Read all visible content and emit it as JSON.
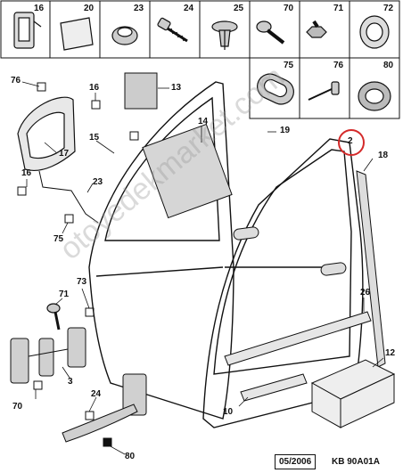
{
  "tiles": {
    "row1": [
      {
        "num": "16",
        "icon": "push-clip-icon"
      },
      {
        "num": "20",
        "icon": "foam-pad-icon"
      },
      {
        "num": "23",
        "icon": "plug-cap-icon"
      },
      {
        "num": "24",
        "icon": "screw-icon"
      },
      {
        "num": "25",
        "icon": "expanding-rivet-icon"
      },
      {
        "num": "70",
        "icon": "flange-bolt-icon"
      },
      {
        "num": "71",
        "icon": "hex-bolt-icon"
      },
      {
        "num": "72",
        "icon": "round-plug-icon"
      }
    ],
    "row2": [
      {
        "num": "75",
        "icon": "oval-grommet-icon"
      },
      {
        "num": "76",
        "icon": "pin-rivet-icon"
      },
      {
        "num": "80",
        "icon": "rubber-grommet-icon"
      }
    ]
  },
  "callouts": {
    "c76": "76",
    "c16a": "16",
    "c13": "13",
    "c14": "14",
    "c15": "15",
    "c17": "17",
    "c16b": "16",
    "c23": "23",
    "c75": "75",
    "c19": "19",
    "c2": "2",
    "c18": "18",
    "c73": "73",
    "c71": "71",
    "c26": "26",
    "c3": "3",
    "c70": "70",
    "c24": "24",
    "c10": "10",
    "c12": "12",
    "c80": "80"
  },
  "footer": {
    "date": "05/2006",
    "ref": "KB 90A01A"
  },
  "watermark": "otoyedekmarket.com",
  "colors": {
    "line": "#111111",
    "highlight": "#d42a2a",
    "watermark": "#969696"
  }
}
